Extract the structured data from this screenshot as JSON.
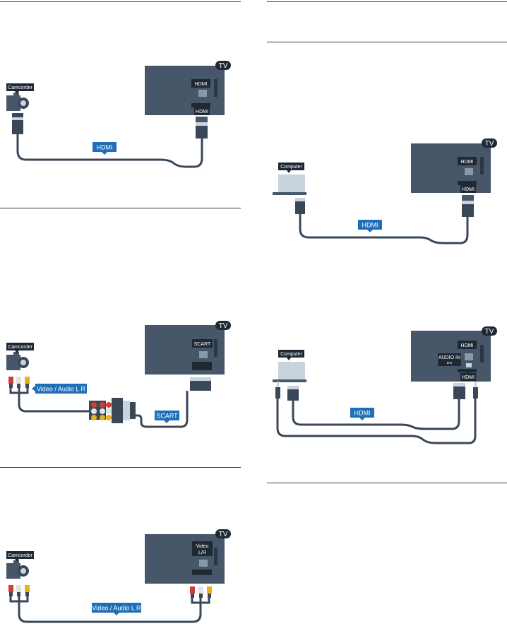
{
  "colors": {
    "tv_body": "#475769",
    "cable": "#3a4757",
    "label_blue": "#1e6fb7",
    "label_dark": "#1e2933",
    "rca_red": "#d33b35",
    "rca_white": "#e2e2e2",
    "rca_yellow": "#e3b21c",
    "connector_light": "#c9d3dd"
  },
  "diagrams": [
    {
      "tv_badge": "TV",
      "device_label": "Camcorder",
      "port_label": "HDMI",
      "plug_label": "HDMI",
      "cable_label": "HDMI"
    },
    {
      "tv_badge": "TV",
      "device_label": "Camcorder",
      "port_label": "SCART",
      "cable_label_1": "Video / Audio L R",
      "cable_label_2": "SCART"
    },
    {
      "tv_badge": "TV",
      "device_label": "Camcorder",
      "port_label_line1": "Video",
      "port_label_line2": "L/R",
      "cable_label": "Video / Audio L R"
    },
    {
      "tv_badge": "TV",
      "device_label": "Computer",
      "port_label": "HDMI",
      "plug_label": "HDMI",
      "cable_label": "HDMI"
    },
    {
      "tv_badge": "TV",
      "device_label": "Computer",
      "port_label": "HDMI",
      "audio_label_line1": "AUDIO IN",
      "audio_label_line2": "DVI",
      "plug_label": "HDMI",
      "cable_label": "HDMI"
    }
  ]
}
